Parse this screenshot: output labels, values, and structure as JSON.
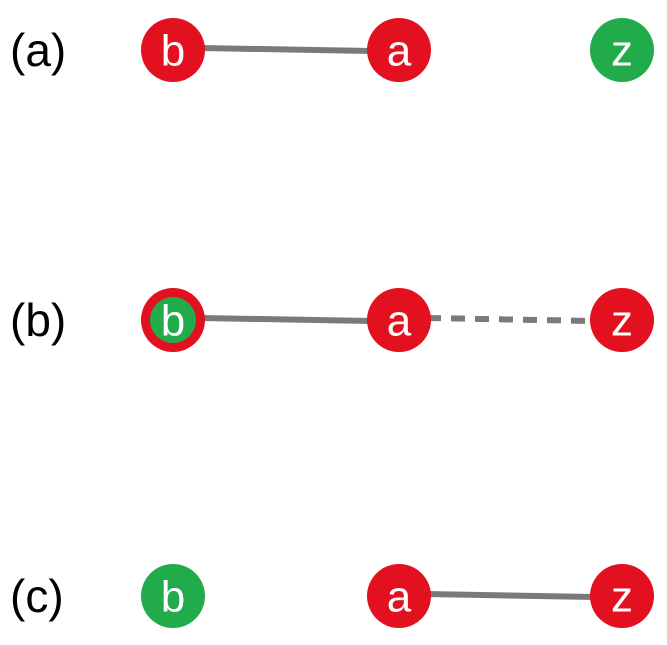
{
  "colors": {
    "red_node": "#e3101f",
    "green_node": "#22ab4b",
    "edge": "#7a7a7a",
    "label": "#000000"
  },
  "rows": [
    {
      "label": "(a)",
      "nodes": [
        {
          "letter": "b",
          "fill": "red"
        },
        {
          "letter": "a",
          "fill": "red"
        },
        {
          "letter": "z",
          "fill": "green"
        }
      ],
      "edges": [
        {
          "from": "b",
          "to": "a",
          "style": "solid"
        }
      ]
    },
    {
      "label": "(b)",
      "nodes": [
        {
          "letter": "b",
          "fill": "red",
          "inner_fill": "green"
        },
        {
          "letter": "a",
          "fill": "red"
        },
        {
          "letter": "z",
          "fill": "red"
        }
      ],
      "edges": [
        {
          "from": "b",
          "to": "a",
          "style": "solid"
        },
        {
          "from": "a",
          "to": "z",
          "style": "dashed"
        }
      ]
    },
    {
      "label": "(c)",
      "nodes": [
        {
          "letter": "b",
          "fill": "green"
        },
        {
          "letter": "a",
          "fill": "red"
        },
        {
          "letter": "z",
          "fill": "red"
        }
      ],
      "edges": [
        {
          "from": "a",
          "to": "z",
          "style": "solid"
        }
      ]
    }
  ]
}
